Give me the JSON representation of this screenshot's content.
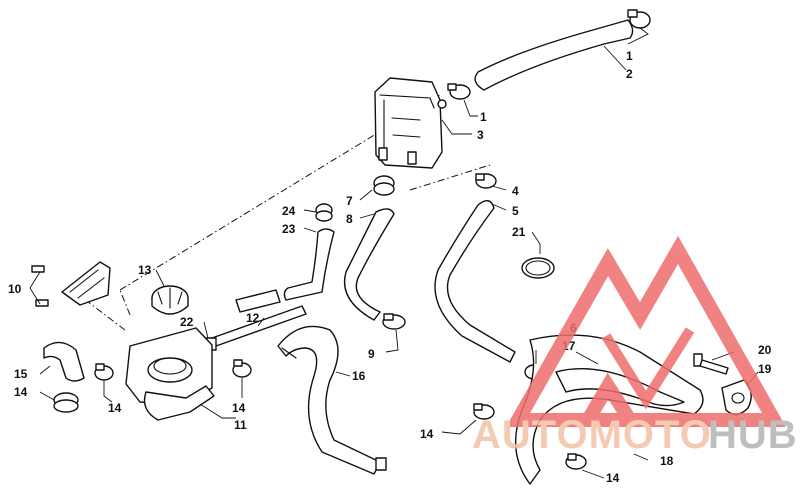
{
  "callouts": [
    {
      "id": "c1a",
      "label": "1"
    },
    {
      "id": "c2",
      "label": "2"
    },
    {
      "id": "c1b",
      "label": "1"
    },
    {
      "id": "c3",
      "label": "3"
    },
    {
      "id": "c4",
      "label": "4"
    },
    {
      "id": "c5",
      "label": "5"
    },
    {
      "id": "c7",
      "label": "7"
    },
    {
      "id": "c8",
      "label": "8"
    },
    {
      "id": "c24",
      "label": "24"
    },
    {
      "id": "c23",
      "label": "23"
    },
    {
      "id": "c21",
      "label": "21"
    },
    {
      "id": "c13",
      "label": "13"
    },
    {
      "id": "c10",
      "label": "10"
    },
    {
      "id": "c22",
      "label": "22"
    },
    {
      "id": "c12",
      "label": "12"
    },
    {
      "id": "c9",
      "label": "9"
    },
    {
      "id": "c6",
      "label": "6"
    },
    {
      "id": "c17",
      "label": "17"
    },
    {
      "id": "c20",
      "label": "20"
    },
    {
      "id": "c19",
      "label": "19"
    },
    {
      "id": "c15",
      "label": "15"
    },
    {
      "id": "c14a",
      "label": "14"
    },
    {
      "id": "c14b",
      "label": "14"
    },
    {
      "id": "c14c",
      "label": "14"
    },
    {
      "id": "c11",
      "label": "11"
    },
    {
      "id": "c16",
      "label": "16"
    },
    {
      "id": "c14d",
      "label": "14"
    },
    {
      "id": "c14e",
      "label": "14"
    },
    {
      "id": "c18",
      "label": "18"
    }
  ],
  "watermark": {
    "text_a": "AUTOMOTO",
    "text_b": "HUB",
    "color_a": "#f3c1a6",
    "color_b": "#b3b3b3",
    "logo_color": "#ef6d6d"
  }
}
